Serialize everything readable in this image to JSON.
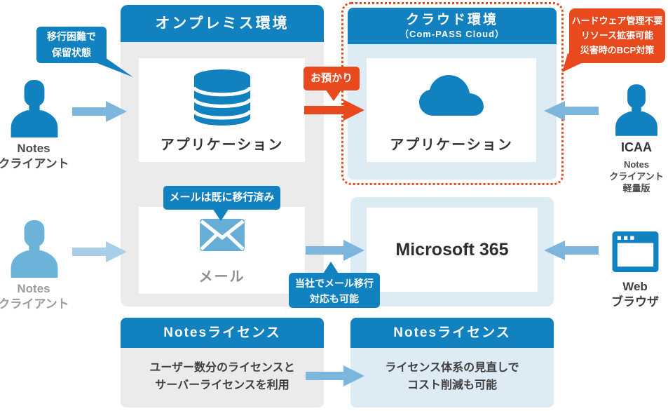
{
  "colors": {
    "blue": "#1181c0",
    "lightpanel": "#ddebf4",
    "graypanel": "#ebebeb",
    "orange": "#e8491d",
    "arrow": "#7db6dc",
    "arrowlight": "#a9cee8",
    "mailblue": "#66aed6",
    "personlight": "#6cb3da"
  },
  "onprem": {
    "title": "オンプレミス環境",
    "app_label": "アプリケーション",
    "mail_label": "メール"
  },
  "cloud": {
    "title": "クラウド環境",
    "subtitle": "（Com-PASS Cloud）",
    "app_label": "アプリケーション"
  },
  "m365": {
    "label": "Microsoft 365"
  },
  "licenses": {
    "left": {
      "title": "Notesライセンス",
      "lines": [
        "ユーザー数分のライセンスと",
        "サーバーライセンスを利用"
      ]
    },
    "right": {
      "title": "Notesライセンス",
      "lines": [
        "ライセンス体系の見直しで",
        "コスト削減も可能"
      ]
    }
  },
  "actors": {
    "notes_top": {
      "lines": [
        "Notes",
        "クライアント"
      ]
    },
    "notes_bottom": {
      "lines": [
        "Notes",
        "クライアント"
      ]
    },
    "icaa": {
      "title": "ICAA",
      "lines": [
        "Notes",
        "クライアント",
        "軽量版"
      ]
    },
    "browser": {
      "lines": [
        "Web",
        "ブラウザ"
      ]
    }
  },
  "callouts": {
    "hold": {
      "lines": [
        "移行困難で",
        "保留状態"
      ]
    },
    "entrust": {
      "label": "お預かり"
    },
    "mail_migrated": {
      "label": "メールは既に移行済み"
    },
    "mail_support": {
      "lines": [
        "当社でメール移行",
        "対応も可能"
      ]
    },
    "benefits": {
      "lines": [
        "ハードウェア管理不要",
        "リソース拡張可能",
        "災害時のBCP対策"
      ]
    }
  },
  "icons": {
    "person": "person-silhouette",
    "database": "database-cylinder",
    "mail": "envelope",
    "cloud": "cloud",
    "browser": "web-browser-window",
    "arrow": "block-arrow"
  }
}
